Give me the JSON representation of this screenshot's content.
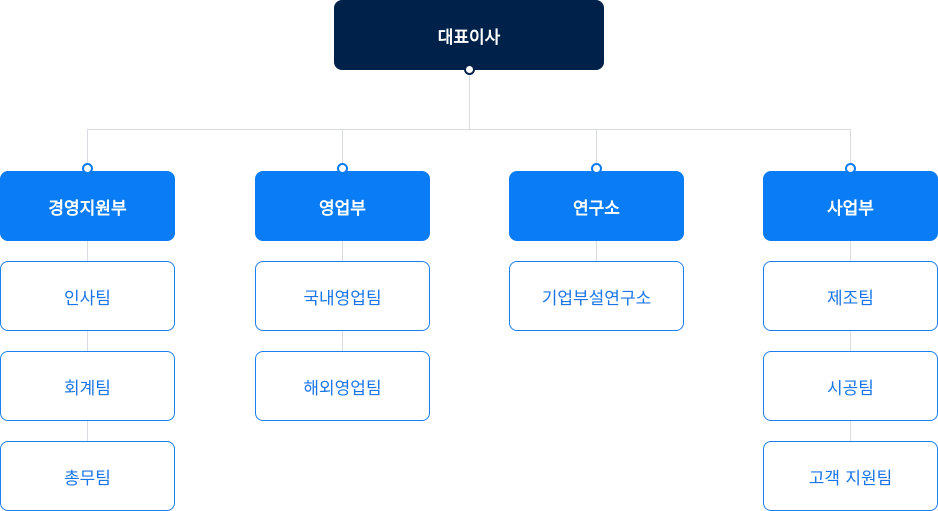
{
  "ceo": {
    "label": "대표이사"
  },
  "departments": [
    {
      "label": "경영지원부",
      "teams": [
        "인사팀",
        "회계팀",
        "총무팀"
      ]
    },
    {
      "label": "영업부",
      "teams": [
        "국내영업팀",
        "해외영업팀"
      ]
    },
    {
      "label": "연구소",
      "teams": [
        "기업부설연구소"
      ]
    },
    {
      "label": "사업부",
      "teams": [
        "제조팀",
        "시공팀",
        "고객 지원팀"
      ]
    }
  ],
  "colors": {
    "ceo_bg": "#00214a",
    "dept_bg": "#0a7cf5",
    "team_text": "#1a76e8",
    "team_border": "#1b7ff0",
    "connector": "#d8dce1"
  }
}
